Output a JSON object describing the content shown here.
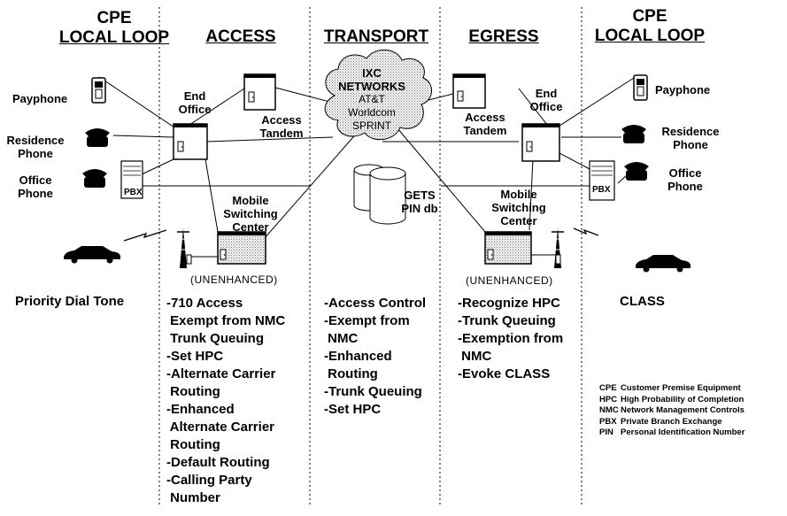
{
  "headers": {
    "cpe_left": [
      "CPE",
      "LOCAL LOOP"
    ],
    "access": "ACCESS",
    "transport": "TRANSPORT",
    "egress": "EGRESS",
    "cpe_right": [
      "CPE",
      "LOCAL LOOP"
    ]
  },
  "left": {
    "payphone": "Payphone",
    "residence_phone": [
      "Residence",
      "Phone"
    ],
    "office_phone": [
      "Office",
      "Phone"
    ],
    "pbx": "PBX",
    "end_office": [
      "End",
      "Office"
    ],
    "access_tandem": [
      "Access",
      "Tandem"
    ],
    "msc": [
      "Mobile",
      "Switching",
      "Center"
    ],
    "unenhanced": "(UNENHANCED)"
  },
  "right": {
    "payphone": "Payphone",
    "residence_phone": [
      "Residence",
      "Phone"
    ],
    "office_phone": [
      "Office",
      "Phone"
    ],
    "pbx": "PBX",
    "end_office": [
      "End",
      "Office"
    ],
    "access_tandem": [
      "Access",
      "Tandem"
    ],
    "msc": [
      "Mobile",
      "Switching",
      "Center"
    ],
    "unenhanced": "(UNENHANCED)"
  },
  "ixc": {
    "title": [
      "IXC",
      "NETWORKS"
    ],
    "carriers": [
      "AT&T",
      "Worldcom",
      "SPRINT"
    ]
  },
  "gets_db": [
    "GETS",
    "PIN db"
  ],
  "priority_dial_tone": "Priority Dial Tone",
  "class_label": "CLASS",
  "access_features": [
    "-710 Access",
    " Exempt from NMC",
    " Trunk Queuing",
    "-Set HPC",
    "-Alternate Carrier",
    " Routing",
    "-Enhanced",
    " Alternate Carrier",
    " Routing",
    "-Default Routing",
    "-Calling Party",
    " Number"
  ],
  "transport_features": [
    "-Access Control",
    "-Exempt from",
    " NMC",
    "-Enhanced",
    " Routing",
    "-Trunk Queuing",
    "-Set HPC"
  ],
  "egress_features": [
    "-Recognize HPC",
    "-Trunk Queuing",
    "-Exemption from",
    " NMC",
    "-Evoke CLASS"
  ],
  "legend": [
    {
      "abbr": "CPE",
      "text": "Customer Premise Equipment"
    },
    {
      "abbr": "HPC",
      "text": "High Probability of Completion"
    },
    {
      "abbr": "NMC",
      "text": "Network Management Controls"
    },
    {
      "abbr": "PBX",
      "text": "Private Branch Exchange"
    },
    {
      "abbr": "PIN",
      "text": "Personal Identification Number"
    }
  ]
}
